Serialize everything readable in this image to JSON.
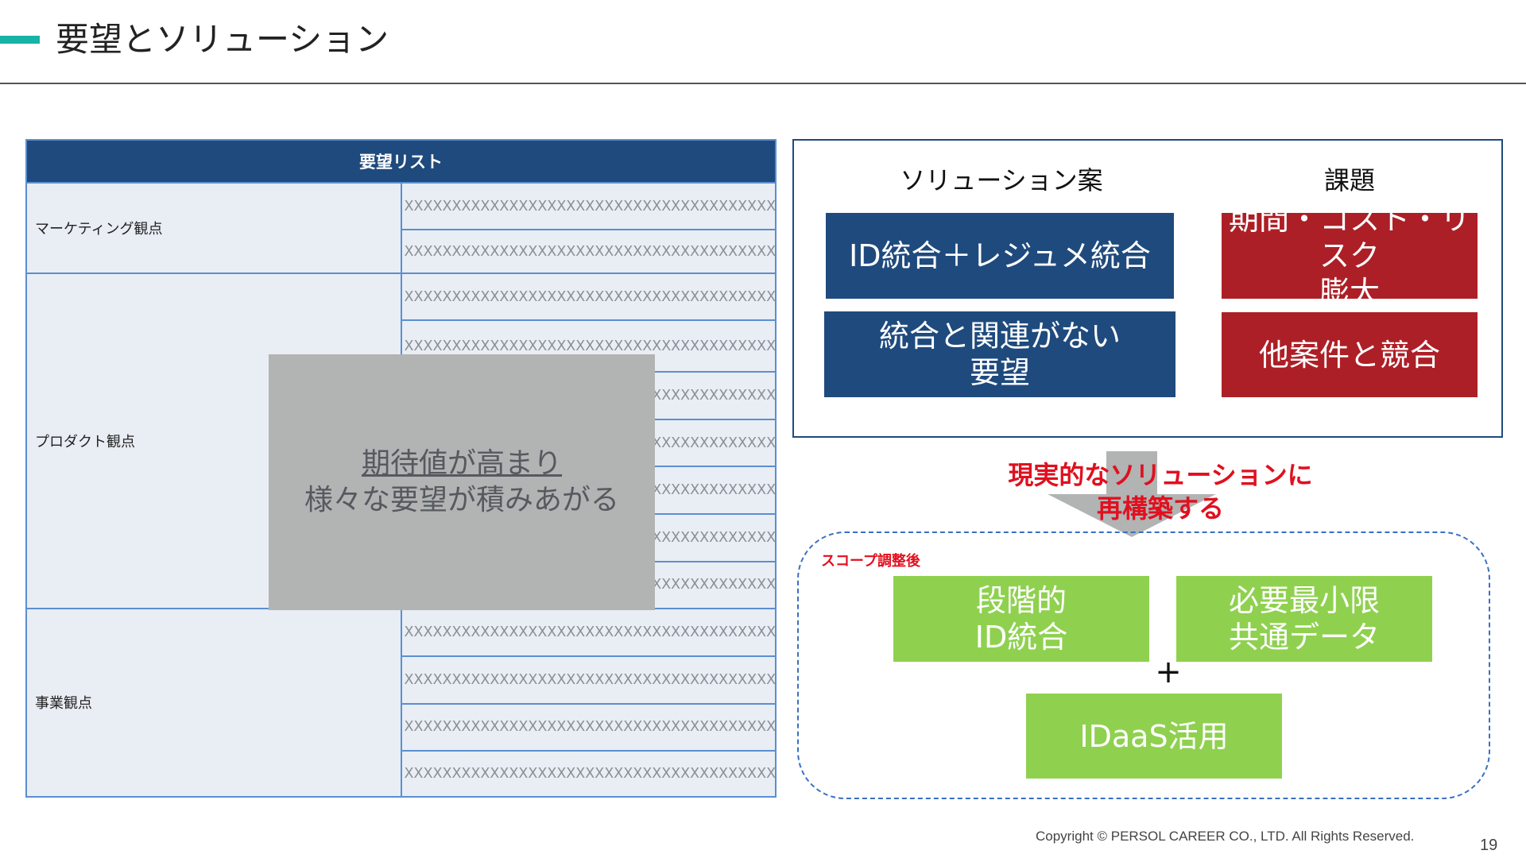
{
  "header": {
    "title": "要望とソリューション"
  },
  "requirements_table": {
    "header": "要望リスト",
    "groups": [
      {
        "label": "マーケティング観点",
        "items": [
          "XXXXXXXXXXXXXXXXXXXXXXXXXXXXXXXXXXXXXXXXXXXXXXXXXXXXXXXXXXXXX",
          "XXXXXXXXXXXXXXXXXXXXXXXXXXXXXXXXXXXXXXXXXXXXXXXXXXXXXXXXXXXXX"
        ]
      },
      {
        "label": "プロダクト観点",
        "items": [
          "XXXXXXXXXXXXXXXXXXXXXXXXXXXXXXXXXXXXXXXXXXXXXXXXXXXXXXXXXXXXX",
          "XXXXXXXXXXXXXXXXXXXXXXXXXXXXXXXXXXXXXXXXXXXXXXXXXXXXXXXXXXXXX",
          "XXXXXXXXXXXXXXXXXXXXXXXXXXXXXXXXXXXXXXXXXXXXXXXXXXXXXXXXXXXXX",
          "XXXXXXXXXXXXXXXXXXXXXXXXXXXXXXXXXXXXXXXXXXXXXXXXXXXXXXXXXXXXX",
          "XXXXXXXXXXXXXXXXXXXXXXXXXXXXXXXXXXXXXXXXXXXXXXXXXXXXXXXXXXXXX",
          "XXXXXXXXXXXXXXXXXXXXXXXXXXXXXXXXXXXXXXXXXXXXXXXXXXXXXXXXXXXXX",
          "XXXXXXXXXXXXXXXXXXXXXXXXXXXXXXXXXXXXXXXXXXXXXXXXXXXXXXXXXXXXX"
        ]
      },
      {
        "label": "事業観点",
        "items": [
          "XXXXXXXXXXXXXXXXXXXXXXXXXXXXXXXXXXXXXXXXXXXXXXXXXXXXXXXXXXXXX",
          "XXXXXXXXXXXXXXXXXXXXXXXXXXXXXXXXXXXXXXXXXXXXXXXXXXXXXXXXXXXXX",
          "XXXXXXXXXXXXXXXXXXXXXXXXXXXXXXXXXXXXXXXXXXXXXXXXXXXXXXXXXXXXX",
          "XXXXXXXXXXXXXXXXXXXXXXXXXXXXXXXXXXXXXXXXXXXXXXXXXXXXXXXXXXXXX"
        ]
      }
    ]
  },
  "expectation_overlay": {
    "line1": "期待値が高まり",
    "line2": "様々な要望が積みあがる"
  },
  "solutions": {
    "solution_header": "ソリューション案",
    "issue_header": "課題",
    "items": [
      {
        "solution": {
          "line1": "ID統合＋レジュメ統合",
          "line2": ""
        },
        "issue": {
          "line1": "期間・コスト・リスク",
          "line2": "膨大"
        }
      },
      {
        "solution": {
          "line1": "統合と関連がない",
          "line2": "要望"
        },
        "issue": {
          "line1": "他案件と競合",
          "line2": ""
        }
      }
    ]
  },
  "reconstruct": {
    "line1": "現実的なソリューションに",
    "line2": "再構築する"
  },
  "scope": {
    "label": "スコープ調整後",
    "box1": {
      "line1": "段階的",
      "line2": "ID統合"
    },
    "box2": {
      "line1": "必要最小限",
      "line2": "共通データ"
    },
    "plus": "+",
    "box3": "IDaaS活用"
  },
  "footer": {
    "copyright": "Copyright © PERSOL CAREER CO., LTD. All Rights Reserved.",
    "page_number": "19"
  },
  "colors": {
    "accent": "#17b3a6",
    "navy": "#1f4a7d",
    "red": "#ad1f26",
    "green": "#8fd14f",
    "alert_red": "#e0101f"
  }
}
